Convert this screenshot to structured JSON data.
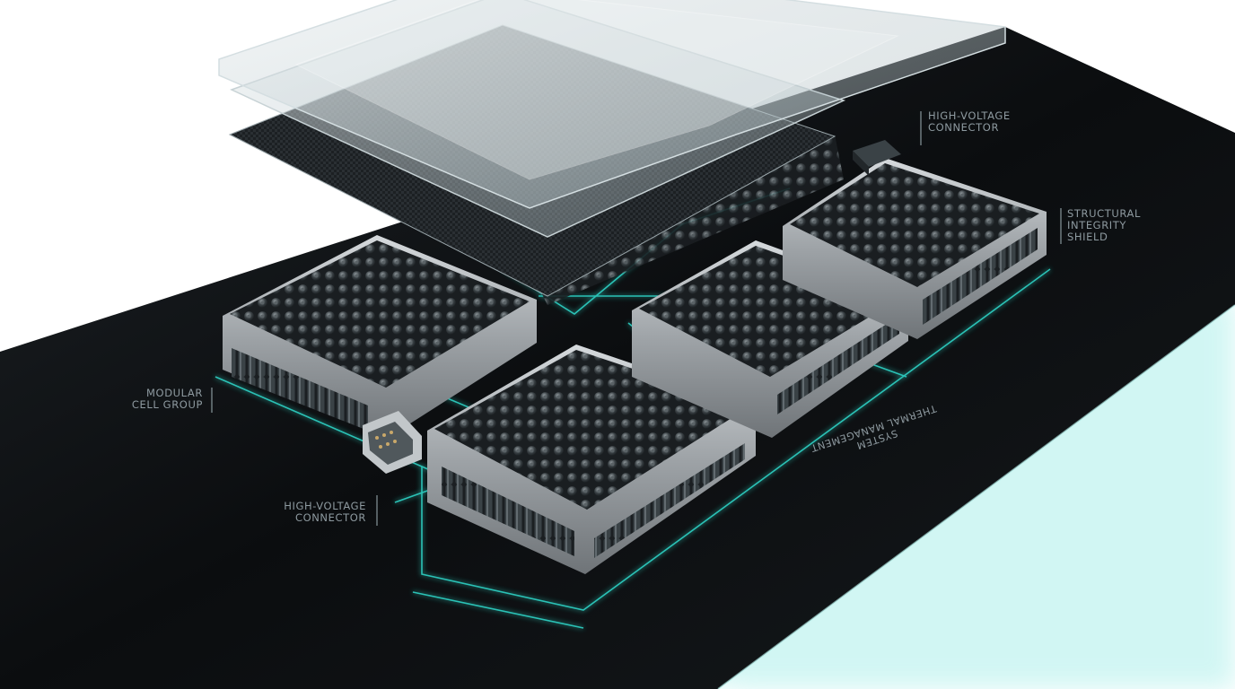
{
  "colors": {
    "background": "#ffffff",
    "base_plate": "#0c0e10",
    "glow": "#2fd6c8",
    "module_frame": "#a9aeb2",
    "cell": "#2b3033",
    "cover_glass": "#c9d3d6",
    "label": "#8e9aa0"
  },
  "callouts": {
    "hv_connector_top": {
      "lines": [
        "HIGH-VOLTAGE",
        "CONNECTOR"
      ]
    },
    "structural_shield": {
      "lines": [
        "STRUCTURAL",
        "INTEGRITY",
        "SHIELD"
      ]
    },
    "modular_cell_group": {
      "lines": [
        "MODULAR",
        "CELL GROUP"
      ]
    },
    "hv_connector_bottom": {
      "lines": [
        "HIGH-VOLTAGE",
        "CONNECTOR"
      ]
    },
    "thermal_management": {
      "lines": [
        "THERMAL MANAGEMENT",
        "SYSTEM"
      ]
    }
  },
  "icons": {
    "connector": "d-sub-connector-icon",
    "battery_cells": "cylindrical-cell-icon"
  }
}
